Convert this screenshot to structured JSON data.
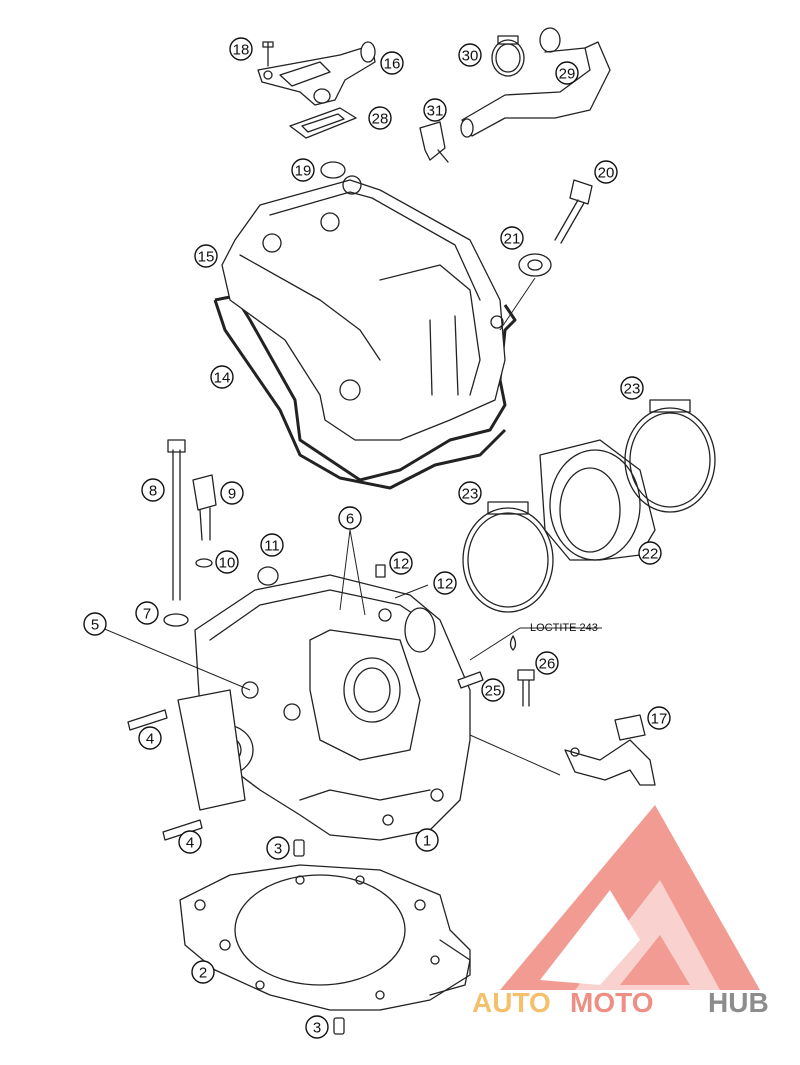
{
  "callouts": [
    {
      "id": "1",
      "label": "1"
    },
    {
      "id": "2",
      "label": "2"
    },
    {
      "id": "3a",
      "label": "3"
    },
    {
      "id": "3b",
      "label": "3"
    },
    {
      "id": "4a",
      "label": "4"
    },
    {
      "id": "4b",
      "label": "4"
    },
    {
      "id": "5",
      "label": "5"
    },
    {
      "id": "6",
      "label": "6"
    },
    {
      "id": "7",
      "label": "7"
    },
    {
      "id": "8",
      "label": "8"
    },
    {
      "id": "9",
      "label": "9"
    },
    {
      "id": "10",
      "label": "10"
    },
    {
      "id": "11",
      "label": "11"
    },
    {
      "id": "12a",
      "label": "12"
    },
    {
      "id": "12b",
      "label": "12"
    },
    {
      "id": "14",
      "label": "14"
    },
    {
      "id": "15",
      "label": "15"
    },
    {
      "id": "16",
      "label": "16"
    },
    {
      "id": "17",
      "label": "17"
    },
    {
      "id": "18",
      "label": "18"
    },
    {
      "id": "19",
      "label": "19"
    },
    {
      "id": "20",
      "label": "20"
    },
    {
      "id": "21",
      "label": "21"
    },
    {
      "id": "22",
      "label": "22"
    },
    {
      "id": "23a",
      "label": "23"
    },
    {
      "id": "23b",
      "label": "23"
    },
    {
      "id": "25",
      "label": "25"
    },
    {
      "id": "26",
      "label": "26"
    },
    {
      "id": "28",
      "label": "28"
    },
    {
      "id": "29",
      "label": "29"
    },
    {
      "id": "30",
      "label": "30"
    },
    {
      "id": "31",
      "label": "31"
    }
  ],
  "note": "LOCTITE 243",
  "watermark": {
    "part1": "AUTO",
    "part2": "MOTO",
    "part3": "HUB",
    "colors": {
      "auto": "#f6c06a",
      "moto": "#ef8f83",
      "hub": "#8c8c8c",
      "triangle": "#f08a80"
    }
  }
}
